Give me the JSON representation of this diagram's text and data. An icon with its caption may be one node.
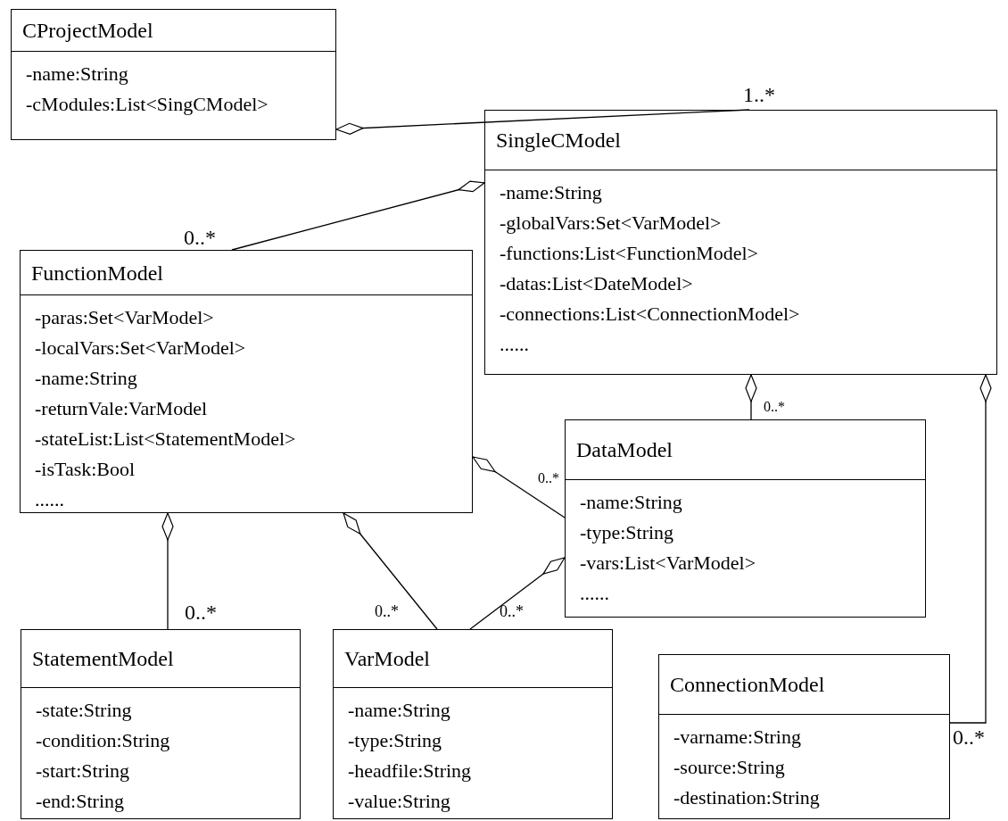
{
  "diagram": {
    "nodes": [
      {
        "text": [
          "CProjectModel",
          "-name:String",
          "-cModules:List<SingCModel>"
        ]
      },
      {
        "text": [
          "SingleCModel",
          "-name:String",
          "-globalVars:Set<VarModel>",
          "-functions:List<FunctionModel>",
          "-datas:List<DateModel>",
          "-connections:List<ConnectionModel>",
          "......"
        ]
      },
      {
        "text": [
          "FunctionModel",
          "-paras:Set<VarModel>",
          "-localVars:Set<VarModel>",
          "-name:String",
          "-returnVale:VarModel",
          "-stateList:List<StatementModel>",
          "-isTask:Bool",
          "......"
        ]
      },
      {
        "text": [
          "DataModel",
          "-name:String",
          "-type:String",
          "-vars:List<VarModel>",
          "......"
        ]
      },
      {
        "text": [
          "StatementModel",
          "-state:String",
          "-condition:String",
          "-start:String",
          "-end:String"
        ]
      },
      {
        "text": [
          "VarModel",
          "-name:String",
          "-type:String",
          "-headfile:String",
          "-value:String"
        ]
      },
      {
        "text": [
          "ConnectionModel",
          "-varname:String",
          "-source:String",
          "-destination:String"
        ]
      }
    ],
    "edges": [
      {
        "from": 0,
        "to": 1,
        "arrow": "other",
        "label": "1..*"
      },
      {
        "from": 1,
        "to": 2,
        "arrow": "other",
        "label": "0..*"
      },
      {
        "from": 1,
        "to": 3,
        "arrow": "other",
        "label": "0..*"
      },
      {
        "from": 1,
        "to": 6,
        "arrow": "other",
        "label": "0..*"
      },
      {
        "from": 2,
        "to": 3,
        "arrow": "other",
        "label": "0..*"
      },
      {
        "from": 2,
        "to": 5,
        "arrow": "other",
        "label": "0..*"
      },
      {
        "from": 3,
        "to": 5,
        "arrow": "other",
        "label": "0..*"
      },
      {
        "from": 2,
        "to": 4,
        "arrow": "other",
        "label": "0..*"
      }
    ]
  }
}
